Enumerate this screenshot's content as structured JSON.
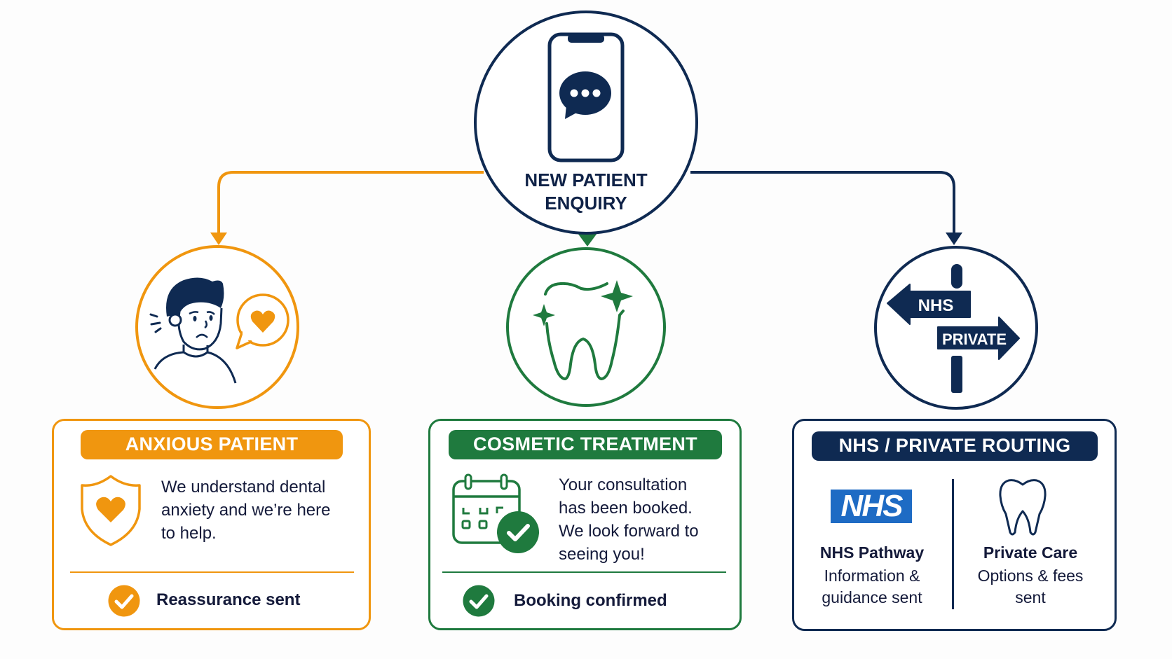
{
  "colors": {
    "orange": "#f0960f",
    "green": "#1f7a3e",
    "navy": "#0f2a52",
    "nhs_blue": "#1e6bc4",
    "text": "#141a3a"
  },
  "hub": {
    "title_line1": "NEW PATIENT",
    "title_line2": "ENQUIRY",
    "icon": "phone-chat-icon"
  },
  "branches": [
    {
      "id": "anxious",
      "circle_icon": "anxious-person-heart-icon",
      "header": "ANXIOUS PATIENT",
      "icon": "shield-heart-icon",
      "message_lines": [
        "We understand dental",
        "anxiety and we’re here",
        "to help."
      ],
      "status": "Reassurance sent",
      "status_icon": "check-circle-icon"
    },
    {
      "id": "cosmetic",
      "circle_icon": "sparkling-tooth-icon",
      "header": "COSMETIC TREATMENT",
      "icon": "calendar-check-icon",
      "message_lines": [
        "Your consultation",
        "has been booked.",
        "We look forward to",
        "seeing you!"
      ],
      "status": "Booking confirmed",
      "status_icon": "check-circle-icon"
    },
    {
      "id": "routing",
      "circle_icon": "signpost-icon",
      "signpost": {
        "left": "NHS",
        "right": "PRIVATE"
      },
      "header": "NHS / PRIVATE ROUTING",
      "columns": [
        {
          "logo": "NHS",
          "title": "NHS Pathway",
          "desc_lines": [
            "Information &",
            "guidance sent"
          ]
        },
        {
          "icon": "tooth-icon",
          "title": "Private Care",
          "desc_lines": [
            "Options & fees",
            "sent"
          ]
        }
      ]
    }
  ]
}
